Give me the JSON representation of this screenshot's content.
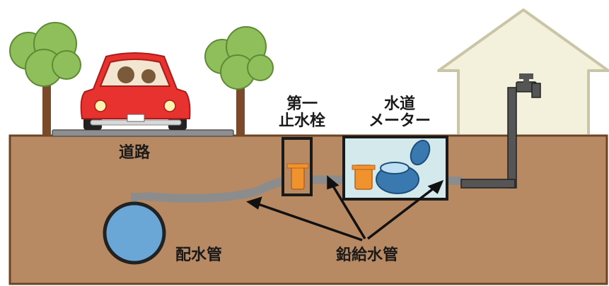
{
  "labels": {
    "road": "道路",
    "stop_valve_line1": "第一",
    "stop_valve_line2": "止水栓",
    "meter_line1": "水道",
    "meter_line2": "メーター",
    "distribution_main": "配水管",
    "service_pipe": "鉛給水管"
  },
  "colors": {
    "soil": "#b88a63",
    "soil_edge": "#6b4426",
    "pipe": "#8c8c8c",
    "car": "#e8322f",
    "tree": "#8fbf5a",
    "house": "#f3f1dc",
    "meter_blue": "#3a78b0",
    "valve": "#f0922e"
  }
}
